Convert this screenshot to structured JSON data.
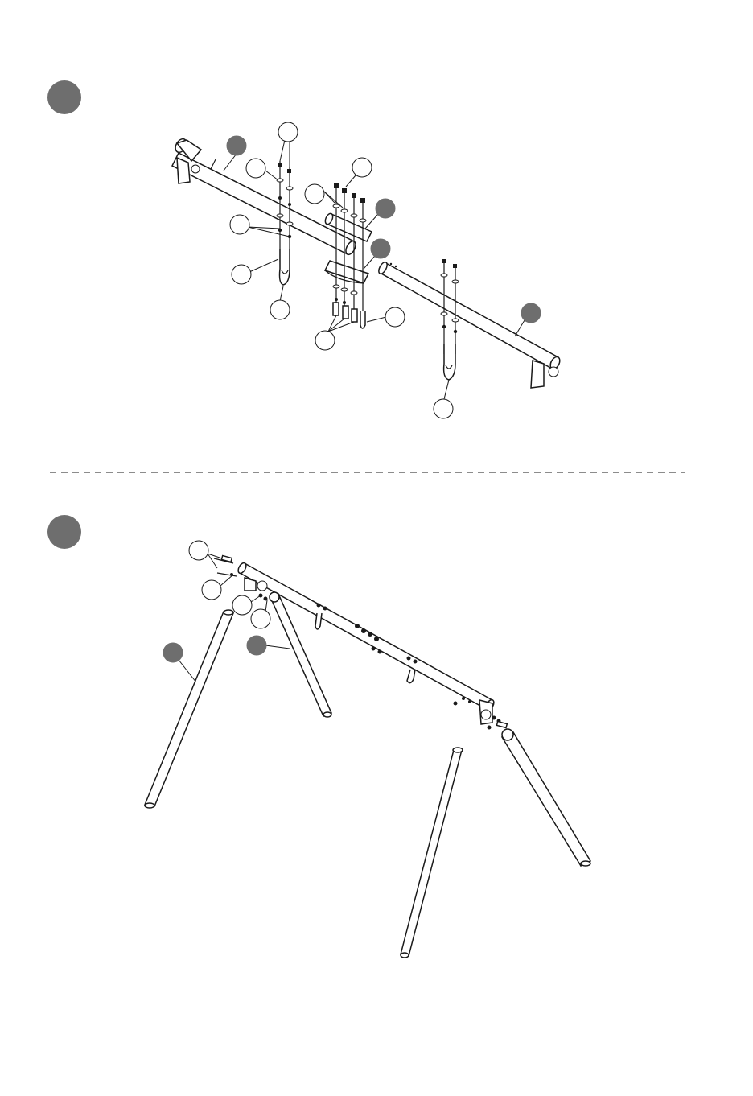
{
  "steps": [
    {
      "id": "step-a",
      "marker": "filled-disc"
    },
    {
      "id": "step-b",
      "marker": "filled-disc"
    }
  ],
  "colors": {
    "line": "#1a1a1a",
    "marker_fill": "#6e6e6e",
    "background": "#ffffff"
  },
  "icons": [
    "step-marker-icon",
    "part-callout-icon",
    "swing-hook-icon",
    "bolt-icon",
    "washer-icon",
    "nut-icon"
  ]
}
